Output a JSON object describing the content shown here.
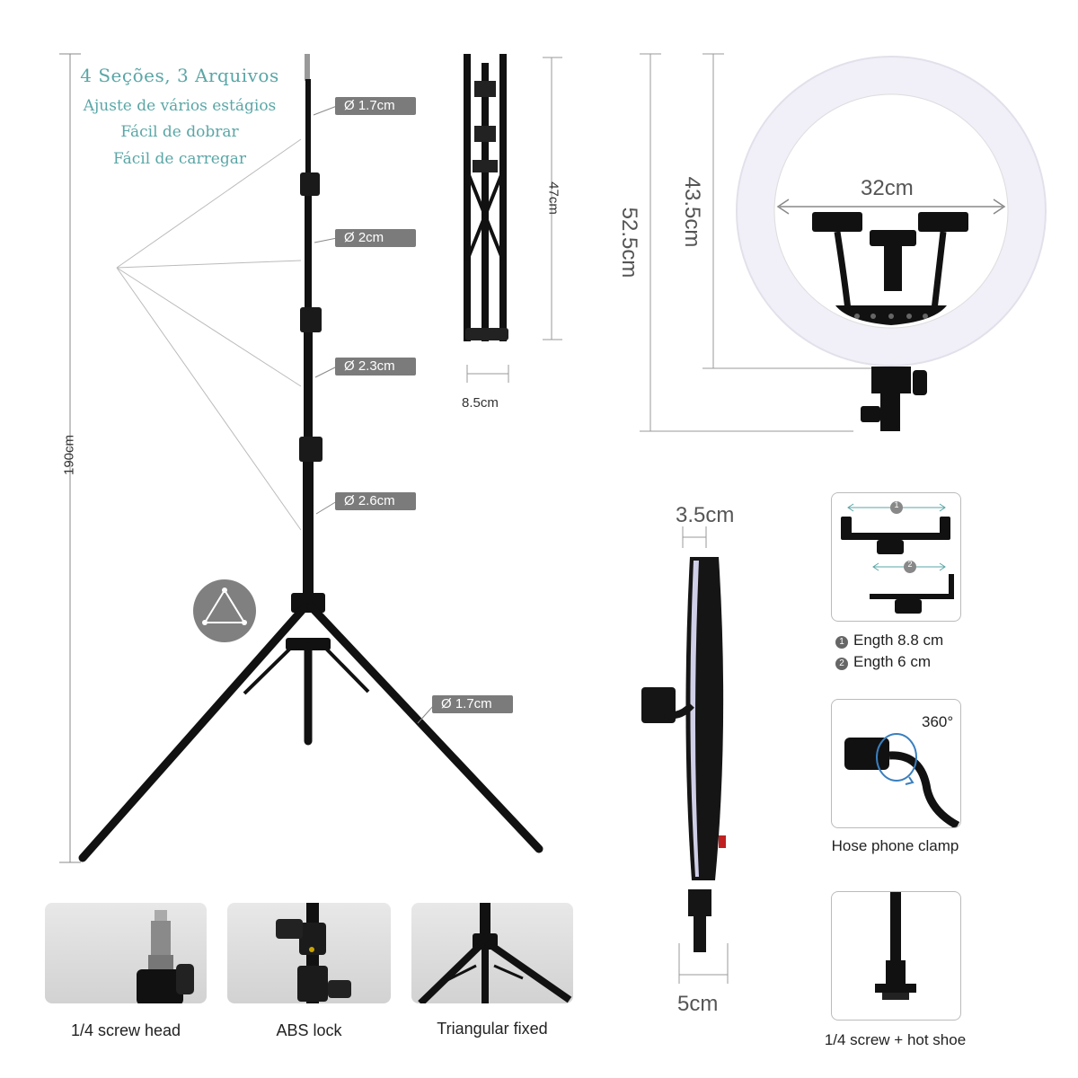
{
  "intro": {
    "title": "4 Seções, 3 Arquivos",
    "line1": "Ajuste de vários estágios",
    "line2": "Fácil de dobrar",
    "line3": "Fácil de carregar"
  },
  "stand": {
    "height_label": "190cm",
    "tags": [
      "Ø 1.7cm",
      "Ø  2cm",
      "Ø 2.3cm",
      "Ø 2.6cm",
      "Ø 1.7cm"
    ]
  },
  "folded": {
    "height_label": "47cm",
    "width_label": "8.5cm"
  },
  "ring": {
    "inner_diameter": "32cm",
    "outer_height": "43.5cm",
    "total_height": "52.5cm"
  },
  "side": {
    "thickness_top": "3.5cm",
    "thickness_bottom": "5cm"
  },
  "thumbs": [
    {
      "caption": "1/4 screw head"
    },
    {
      "caption": "ABS lock"
    },
    {
      "caption": "Triangular fixed"
    }
  ],
  "clamp": {
    "legend1": "Ength 8.8 cm",
    "legend2": "Ength 6 cm",
    "marker1": "1",
    "marker2": "2"
  },
  "hose": {
    "rotation": "360°",
    "caption": "Hose phone clamp"
  },
  "shoe": {
    "caption": "1/4 screw + hot shoe"
  },
  "colors": {
    "accent": "#5aa6a6",
    "tag": "#7b7b7b",
    "metal": "#111111"
  }
}
